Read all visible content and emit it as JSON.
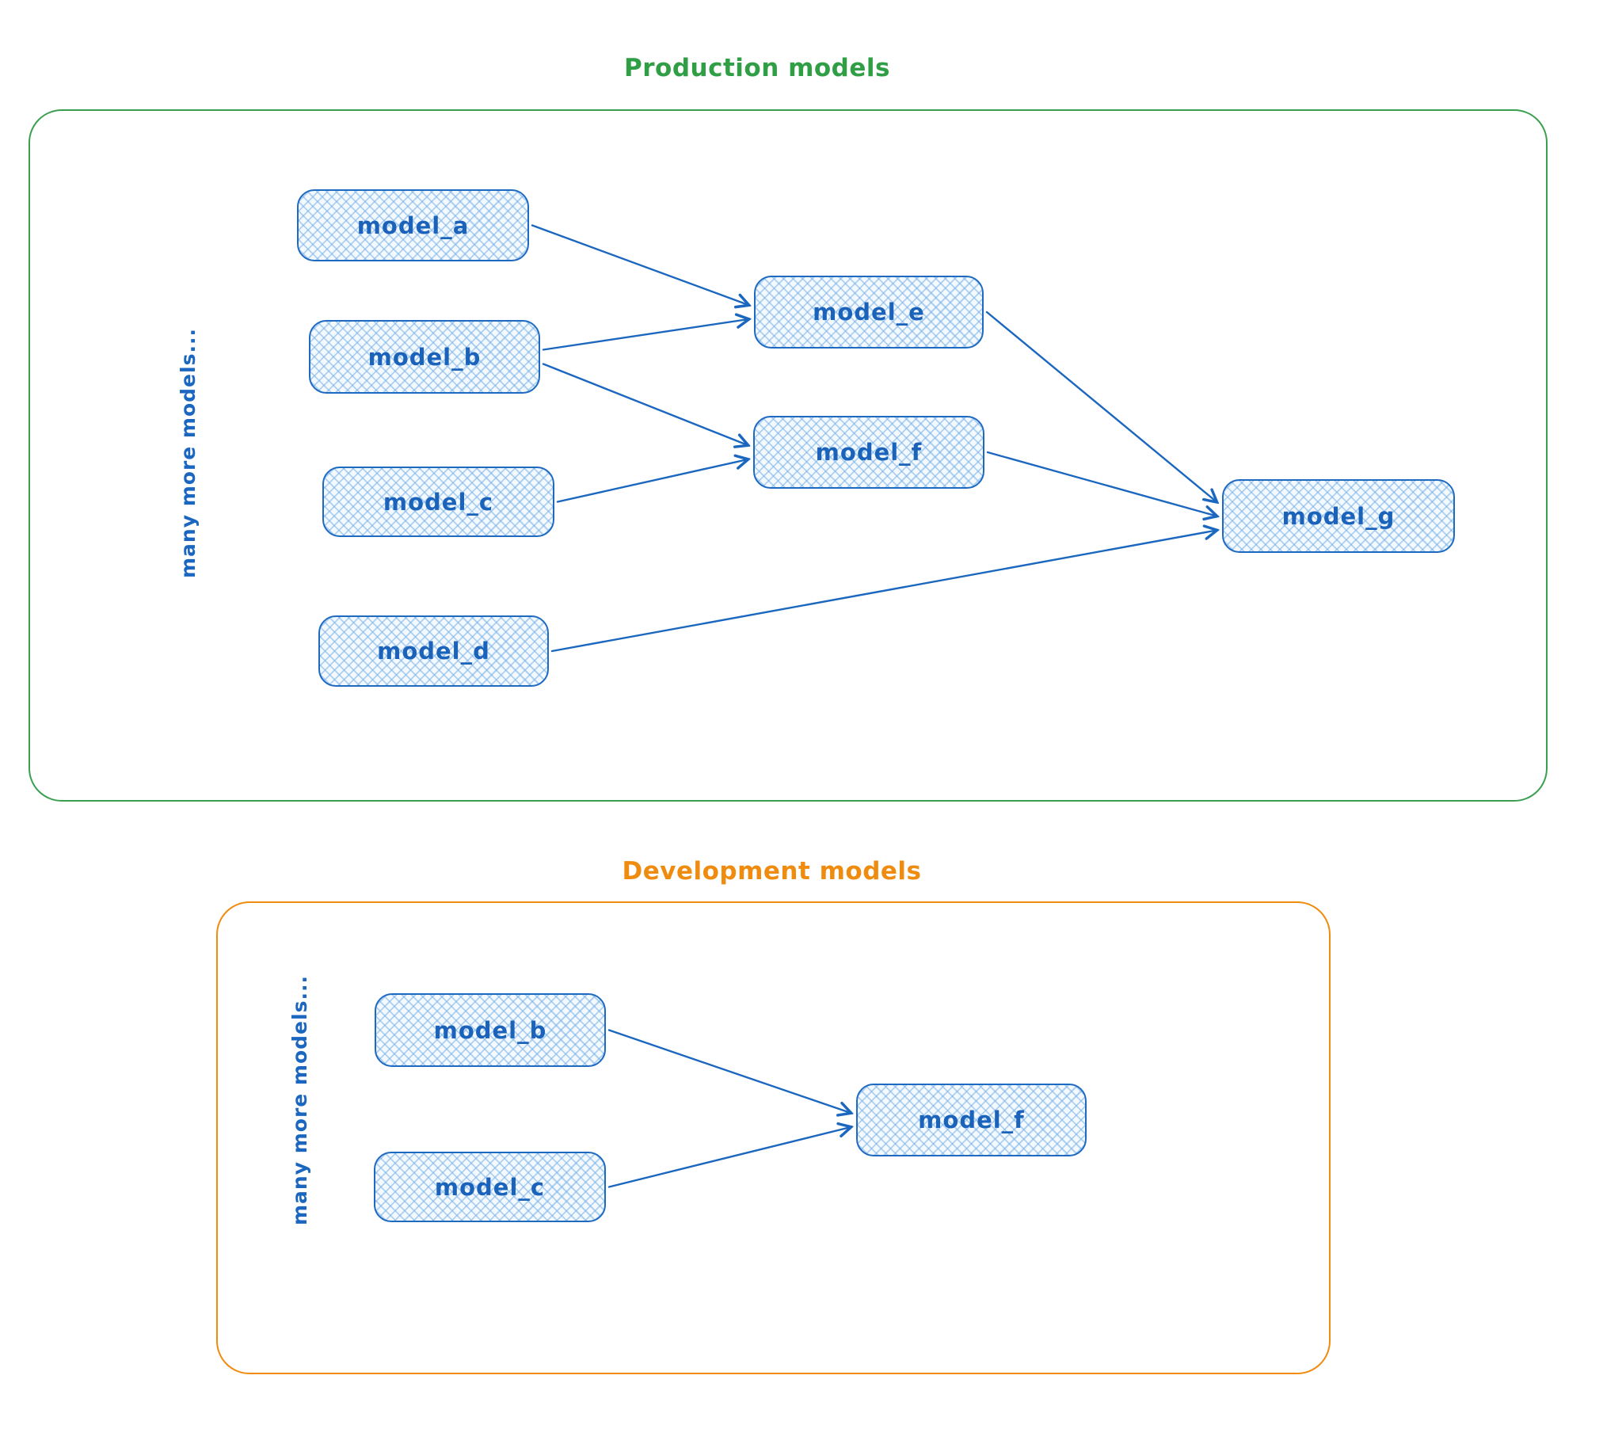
{
  "colors": {
    "node_border": "#1e6ac1",
    "node_fill_hatch": "#a8cdf0",
    "node_text": "#1b63ba",
    "arrow": "#1b67c0",
    "production_accent": "#2f9e44",
    "development_accent": "#ef8c0f"
  },
  "sections": {
    "production": {
      "title": "Production models",
      "side_label": "many more models...",
      "nodes": [
        {
          "id": "model_a",
          "label": "model_a"
        },
        {
          "id": "model_b",
          "label": "model_b"
        },
        {
          "id": "model_c",
          "label": "model_c"
        },
        {
          "id": "model_d",
          "label": "model_d"
        },
        {
          "id": "model_e",
          "label": "model_e"
        },
        {
          "id": "model_f",
          "label": "model_f"
        },
        {
          "id": "model_g",
          "label": "model_g"
        }
      ],
      "edges": [
        {
          "from": "model_a",
          "to": "model_e"
        },
        {
          "from": "model_b",
          "to": "model_e"
        },
        {
          "from": "model_b",
          "to": "model_f"
        },
        {
          "from": "model_c",
          "to": "model_f"
        },
        {
          "from": "model_e",
          "to": "model_g"
        },
        {
          "from": "model_f",
          "to": "model_g"
        },
        {
          "from": "model_d",
          "to": "model_g"
        }
      ]
    },
    "development": {
      "title": "Development models",
      "side_label": "many more models...",
      "nodes": [
        {
          "id": "model_b",
          "label": "model_b"
        },
        {
          "id": "model_c",
          "label": "model_c"
        },
        {
          "id": "model_f",
          "label": "model_f"
        }
      ],
      "edges": [
        {
          "from": "model_b",
          "to": "model_f"
        },
        {
          "from": "model_c",
          "to": "model_f"
        }
      ]
    }
  }
}
